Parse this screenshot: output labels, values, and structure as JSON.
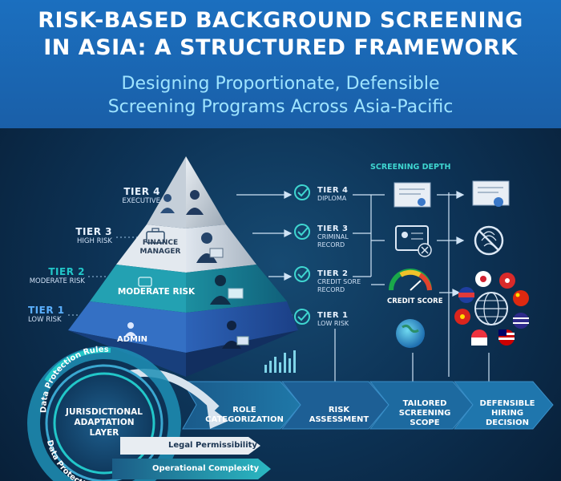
{
  "header": {
    "title_line1": "RISK-BASED BACKGROUND SCREENING",
    "title_line2": "IN ASIA: A STRUCTURED FRAMEWORK",
    "subtitle_line1": "Designing Proportionate, Defensible",
    "subtitle_line2": "Screening Programs Across Asia-Pacific"
  },
  "pyramid": {
    "tiers": [
      {
        "tier": "TIER 4",
        "sub": "EXECUTIVE"
      },
      {
        "tier": "TIER 3",
        "sub": "HIGH RISK",
        "band": "FINANCE MANAGER"
      },
      {
        "tier": "TIER 2",
        "sub": "MODERATE RISK",
        "band": "MODERATE RISK"
      },
      {
        "tier": "TIER 1",
        "sub": "LOW RISK",
        "band": "ADMIN"
      }
    ]
  },
  "screening_depth": {
    "heading": "SCREENING DEPTH",
    "items": [
      {
        "tier": "TIER 4",
        "line1": "DIPLOMA",
        "line2": ""
      },
      {
        "tier": "TIER 3",
        "line1": "CRIMINAL",
        "line2": "RECORD"
      },
      {
        "tier": "TIER 2",
        "line1": "CREDIT SORE",
        "line2": "RECORD"
      },
      {
        "tier": "TIER 1",
        "line1": "LOW RISK",
        "line2": ""
      }
    ],
    "credit_score_label": "CREDIT SCORE"
  },
  "flow": {
    "steps": [
      {
        "line1": "ROLE",
        "line2": "CATEGORIZATION",
        "line3": ""
      },
      {
        "line1": "RISK",
        "line2": "ASSESSMENT",
        "line3": ""
      },
      {
        "line1": "TAILORED",
        "line2": "SCREENING",
        "line3": "SCOPE"
      },
      {
        "line1": "DEFENSIBLE",
        "line2": "HIRING",
        "line3": "DECISION"
      }
    ]
  },
  "jurisdiction": {
    "hub_line1": "JURISDICTIONAL",
    "hub_line2": "ADAPTATION",
    "hub_line3": "LAYER",
    "ring_top": "Data Protection Rules",
    "ring_bottom": "Data Protection Rules",
    "arrow1": "Legal Permissibility",
    "arrow2": "Operational Complexity"
  },
  "colors": {
    "header_bg": "#1a5fa8",
    "subtitle": "#9fe4ff",
    "accent_teal": "#22c7c9",
    "check_teal": "#3fd6d0"
  },
  "icons": [
    "person-icon",
    "briefcase-icon",
    "laptop-icon",
    "check-icon",
    "diploma-icon",
    "fingerprint-icon",
    "gauge-icon",
    "globe-icon",
    "flag-icon"
  ]
}
